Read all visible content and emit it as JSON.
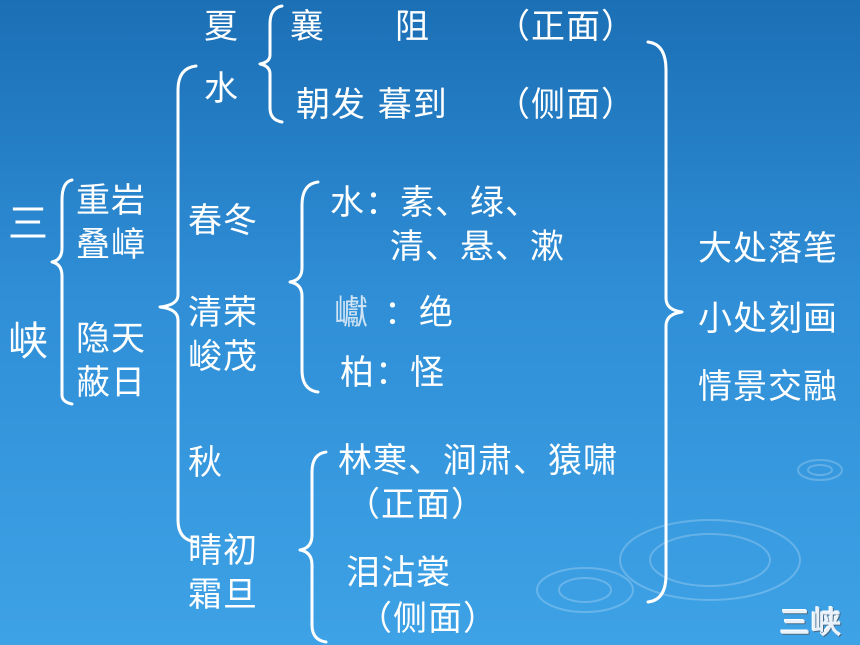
{
  "title_chars": [
    "三",
    "峡"
  ],
  "mountains": {
    "line1": "重岩",
    "line2": "叠嶂",
    "line3": "隐天",
    "line4": "蔽日"
  },
  "water": {
    "season_char1": "夏",
    "season_char2": "水",
    "item1": "襄　　阻",
    "item1_note": "（正面）",
    "item2": "朝发  暮到",
    "item2_note": "（侧面）"
  },
  "spring_winter": {
    "label1": "春冬",
    "label2": "清荣",
    "label3": "峻茂",
    "water_line1": "水：素、绿、",
    "water_line2": "清、悬、漱",
    "peak_char": "巘",
    "peak_desc": "：绝",
    "cypress": "柏：怪"
  },
  "autumn": {
    "label1": "秋",
    "label2": "晴初",
    "label3": "霜旦",
    "line1": "林寒、涧肃、猿啸",
    "note1": "（正面）",
    "line2": "泪沾裳",
    "note2": "（侧面）"
  },
  "summary": [
    "大处落笔",
    "小处刻画",
    "情景交融"
  ],
  "corner_logo": "三峡"
}
